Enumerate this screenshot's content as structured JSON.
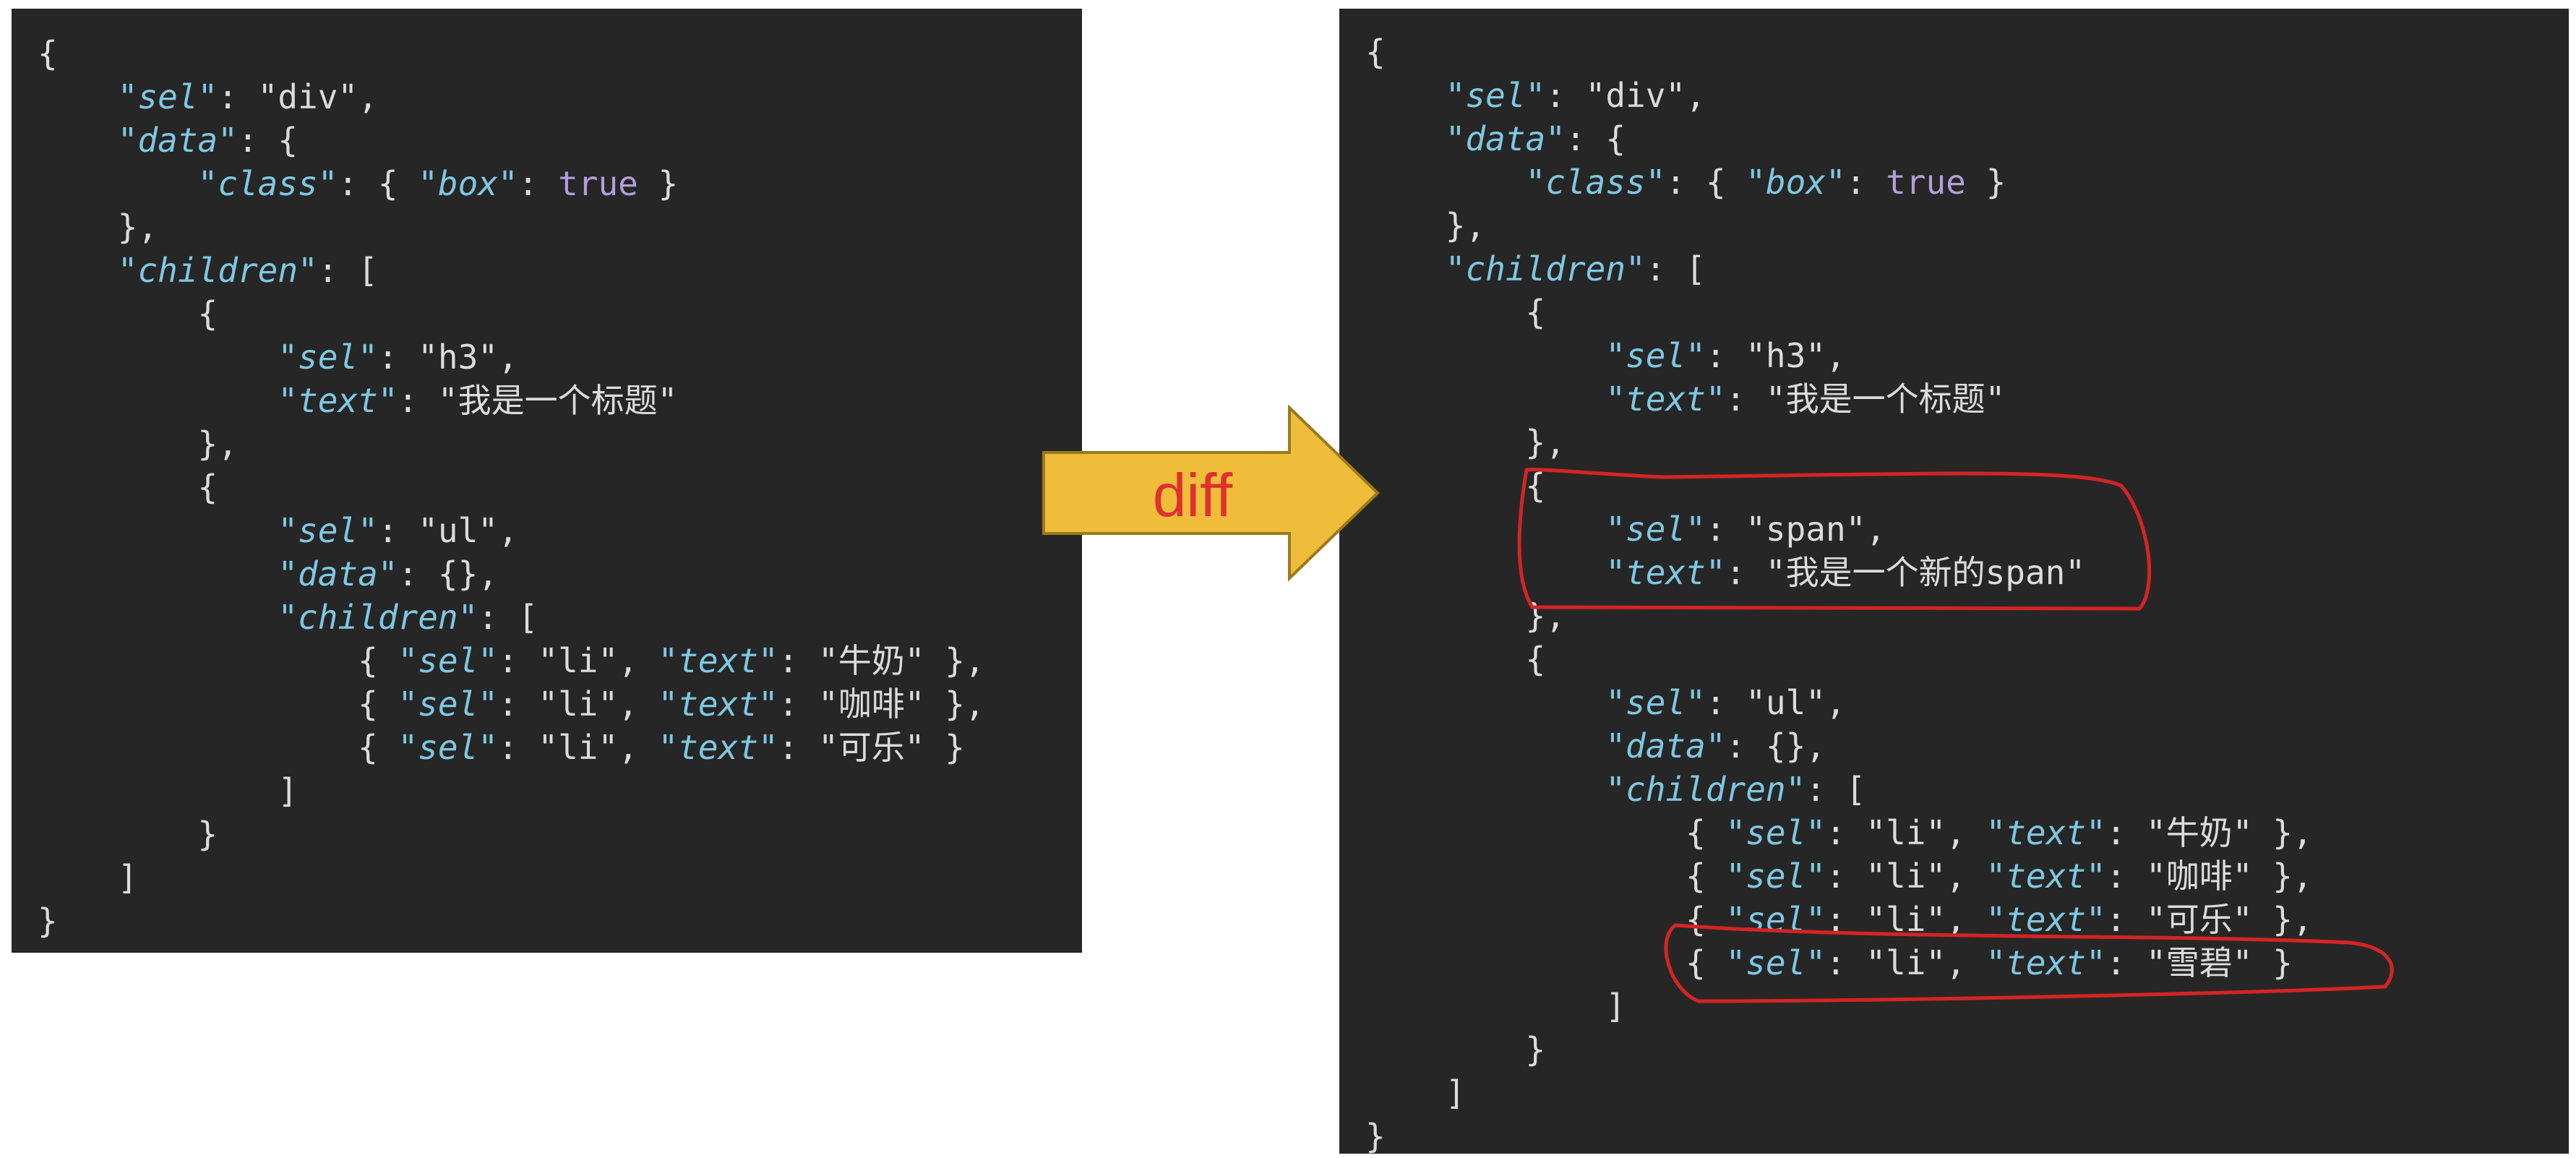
{
  "arrow": {
    "label": "diff",
    "fill": "#f0bd3a",
    "stroke": "#9a7a1c",
    "label_color": "#e03030"
  },
  "annotation_color": "#d42424",
  "colors": {
    "background": "#262626",
    "key": "#7ec8e3",
    "string": "#dcdcdc",
    "boolean": "#b39ddb"
  },
  "old_vnode": {
    "lines": [
      [
        [
          "p",
          "{"
        ]
      ],
      [
        [
          "p",
          "    "
        ],
        [
          "key",
          "\"sel\""
        ],
        [
          "p",
          ": "
        ],
        [
          "str",
          "\"div\""
        ],
        [
          "p",
          ","
        ]
      ],
      [
        [
          "p",
          "    "
        ],
        [
          "key",
          "\"data\""
        ],
        [
          "p",
          ": {"
        ]
      ],
      [
        [
          "p",
          "        "
        ],
        [
          "key",
          "\"class\""
        ],
        [
          "p",
          ": { "
        ],
        [
          "key",
          "\"box\""
        ],
        [
          "p",
          ": "
        ],
        [
          "bool",
          "true"
        ],
        [
          "p",
          " }"
        ]
      ],
      [
        [
          "p",
          "    },"
        ]
      ],
      [
        [
          "p",
          "    "
        ],
        [
          "key",
          "\"children\""
        ],
        [
          "p",
          ": ["
        ]
      ],
      [
        [
          "p",
          "        {"
        ]
      ],
      [
        [
          "p",
          "            "
        ],
        [
          "key",
          "\"sel\""
        ],
        [
          "p",
          ": "
        ],
        [
          "str",
          "\"h3\""
        ],
        [
          "p",
          ","
        ]
      ],
      [
        [
          "p",
          "            "
        ],
        [
          "key",
          "\"text\""
        ],
        [
          "p",
          ": "
        ],
        [
          "str",
          "\"我是一个标题\""
        ]
      ],
      [
        [
          "p",
          "        },"
        ]
      ],
      [
        [
          "p",
          "        {"
        ]
      ],
      [
        [
          "p",
          "            "
        ],
        [
          "key",
          "\"sel\""
        ],
        [
          "p",
          ": "
        ],
        [
          "str",
          "\"ul\""
        ],
        [
          "p",
          ","
        ]
      ],
      [
        [
          "p",
          "            "
        ],
        [
          "key",
          "\"data\""
        ],
        [
          "p",
          ": {},"
        ]
      ],
      [
        [
          "p",
          "            "
        ],
        [
          "key",
          "\"children\""
        ],
        [
          "p",
          ": ["
        ]
      ],
      [
        [
          "p",
          "                { "
        ],
        [
          "key",
          "\"sel\""
        ],
        [
          "p",
          ": "
        ],
        [
          "str",
          "\"li\""
        ],
        [
          "p",
          ", "
        ],
        [
          "key",
          "\"text\""
        ],
        [
          "p",
          ": "
        ],
        [
          "str",
          "\"牛奶\""
        ],
        [
          "p",
          " },"
        ]
      ],
      [
        [
          "p",
          "                { "
        ],
        [
          "key",
          "\"sel\""
        ],
        [
          "p",
          ": "
        ],
        [
          "str",
          "\"li\""
        ],
        [
          "p",
          ", "
        ],
        [
          "key",
          "\"text\""
        ],
        [
          "p",
          ": "
        ],
        [
          "str",
          "\"咖啡\""
        ],
        [
          "p",
          " },"
        ]
      ],
      [
        [
          "p",
          "                { "
        ],
        [
          "key",
          "\"sel\""
        ],
        [
          "p",
          ": "
        ],
        [
          "str",
          "\"li\""
        ],
        [
          "p",
          ", "
        ],
        [
          "key",
          "\"text\""
        ],
        [
          "p",
          ": "
        ],
        [
          "str",
          "\"可乐\""
        ],
        [
          "p",
          " }"
        ]
      ],
      [
        [
          "p",
          "            ]"
        ]
      ],
      [
        [
          "p",
          "        }"
        ]
      ],
      [
        [
          "p",
          "    ]"
        ]
      ],
      [
        [
          "p",
          "}"
        ]
      ]
    ]
  },
  "new_vnode": {
    "lines": [
      [
        [
          "p",
          "{"
        ]
      ],
      [
        [
          "p",
          "    "
        ],
        [
          "key",
          "\"sel\""
        ],
        [
          "p",
          ": "
        ],
        [
          "str",
          "\"div\""
        ],
        [
          "p",
          ","
        ]
      ],
      [
        [
          "p",
          "    "
        ],
        [
          "key",
          "\"data\""
        ],
        [
          "p",
          ": {"
        ]
      ],
      [
        [
          "p",
          "        "
        ],
        [
          "key",
          "\"class\""
        ],
        [
          "p",
          ": { "
        ],
        [
          "key",
          "\"box\""
        ],
        [
          "p",
          ": "
        ],
        [
          "bool",
          "true"
        ],
        [
          "p",
          " }"
        ]
      ],
      [
        [
          "p",
          "    },"
        ]
      ],
      [
        [
          "p",
          "    "
        ],
        [
          "key",
          "\"children\""
        ],
        [
          "p",
          ": ["
        ]
      ],
      [
        [
          "p",
          "        {"
        ]
      ],
      [
        [
          "p",
          "            "
        ],
        [
          "key",
          "\"sel\""
        ],
        [
          "p",
          ": "
        ],
        [
          "str",
          "\"h3\""
        ],
        [
          "p",
          ","
        ]
      ],
      [
        [
          "p",
          "            "
        ],
        [
          "key",
          "\"text\""
        ],
        [
          "p",
          ": "
        ],
        [
          "str",
          "\"我是一个标题\""
        ]
      ],
      [
        [
          "p",
          "        },"
        ]
      ],
      [
        [
          "p",
          "        {"
        ]
      ],
      [
        [
          "p",
          "            "
        ],
        [
          "key",
          "\"sel\""
        ],
        [
          "p",
          ": "
        ],
        [
          "str",
          "\"span\""
        ],
        [
          "p",
          ","
        ]
      ],
      [
        [
          "p",
          "            "
        ],
        [
          "key",
          "\"text\""
        ],
        [
          "p",
          ": "
        ],
        [
          "str",
          "\"我是一个新的span\""
        ]
      ],
      [
        [
          "p",
          "        },"
        ]
      ],
      [
        [
          "p",
          "        {"
        ]
      ],
      [
        [
          "p",
          "            "
        ],
        [
          "key",
          "\"sel\""
        ],
        [
          "p",
          ": "
        ],
        [
          "str",
          "\"ul\""
        ],
        [
          "p",
          ","
        ]
      ],
      [
        [
          "p",
          "            "
        ],
        [
          "key",
          "\"data\""
        ],
        [
          "p",
          ": {},"
        ]
      ],
      [
        [
          "p",
          "            "
        ],
        [
          "key",
          "\"children\""
        ],
        [
          "p",
          ": ["
        ]
      ],
      [
        [
          "p",
          "                { "
        ],
        [
          "key",
          "\"sel\""
        ],
        [
          "p",
          ": "
        ],
        [
          "str",
          "\"li\""
        ],
        [
          "p",
          ", "
        ],
        [
          "key",
          "\"text\""
        ],
        [
          "p",
          ": "
        ],
        [
          "str",
          "\"牛奶\""
        ],
        [
          "p",
          " },"
        ]
      ],
      [
        [
          "p",
          "                { "
        ],
        [
          "key",
          "\"sel\""
        ],
        [
          "p",
          ": "
        ],
        [
          "str",
          "\"li\""
        ],
        [
          "p",
          ", "
        ],
        [
          "key",
          "\"text\""
        ],
        [
          "p",
          ": "
        ],
        [
          "str",
          "\"咖啡\""
        ],
        [
          "p",
          " },"
        ]
      ],
      [
        [
          "p",
          "                { "
        ],
        [
          "key",
          "\"sel\""
        ],
        [
          "p",
          ": "
        ],
        [
          "str",
          "\"li\""
        ],
        [
          "p",
          ", "
        ],
        [
          "key",
          "\"text\""
        ],
        [
          "p",
          ": "
        ],
        [
          "str",
          "\"可乐\""
        ],
        [
          "p",
          " },"
        ]
      ],
      [
        [
          "p",
          "                { "
        ],
        [
          "key",
          "\"sel\""
        ],
        [
          "p",
          ": "
        ],
        [
          "str",
          "\"li\""
        ],
        [
          "p",
          ", "
        ],
        [
          "key",
          "\"text\""
        ],
        [
          "p",
          ": "
        ],
        [
          "str",
          "\"雪碧\""
        ],
        [
          "p",
          " }"
        ]
      ],
      [
        [
          "p",
          "            ]"
        ]
      ],
      [
        [
          "p",
          "        }"
        ]
      ],
      [
        [
          "p",
          "    ]"
        ]
      ],
      [
        [
          "p",
          "}"
        ]
      ]
    ]
  }
}
